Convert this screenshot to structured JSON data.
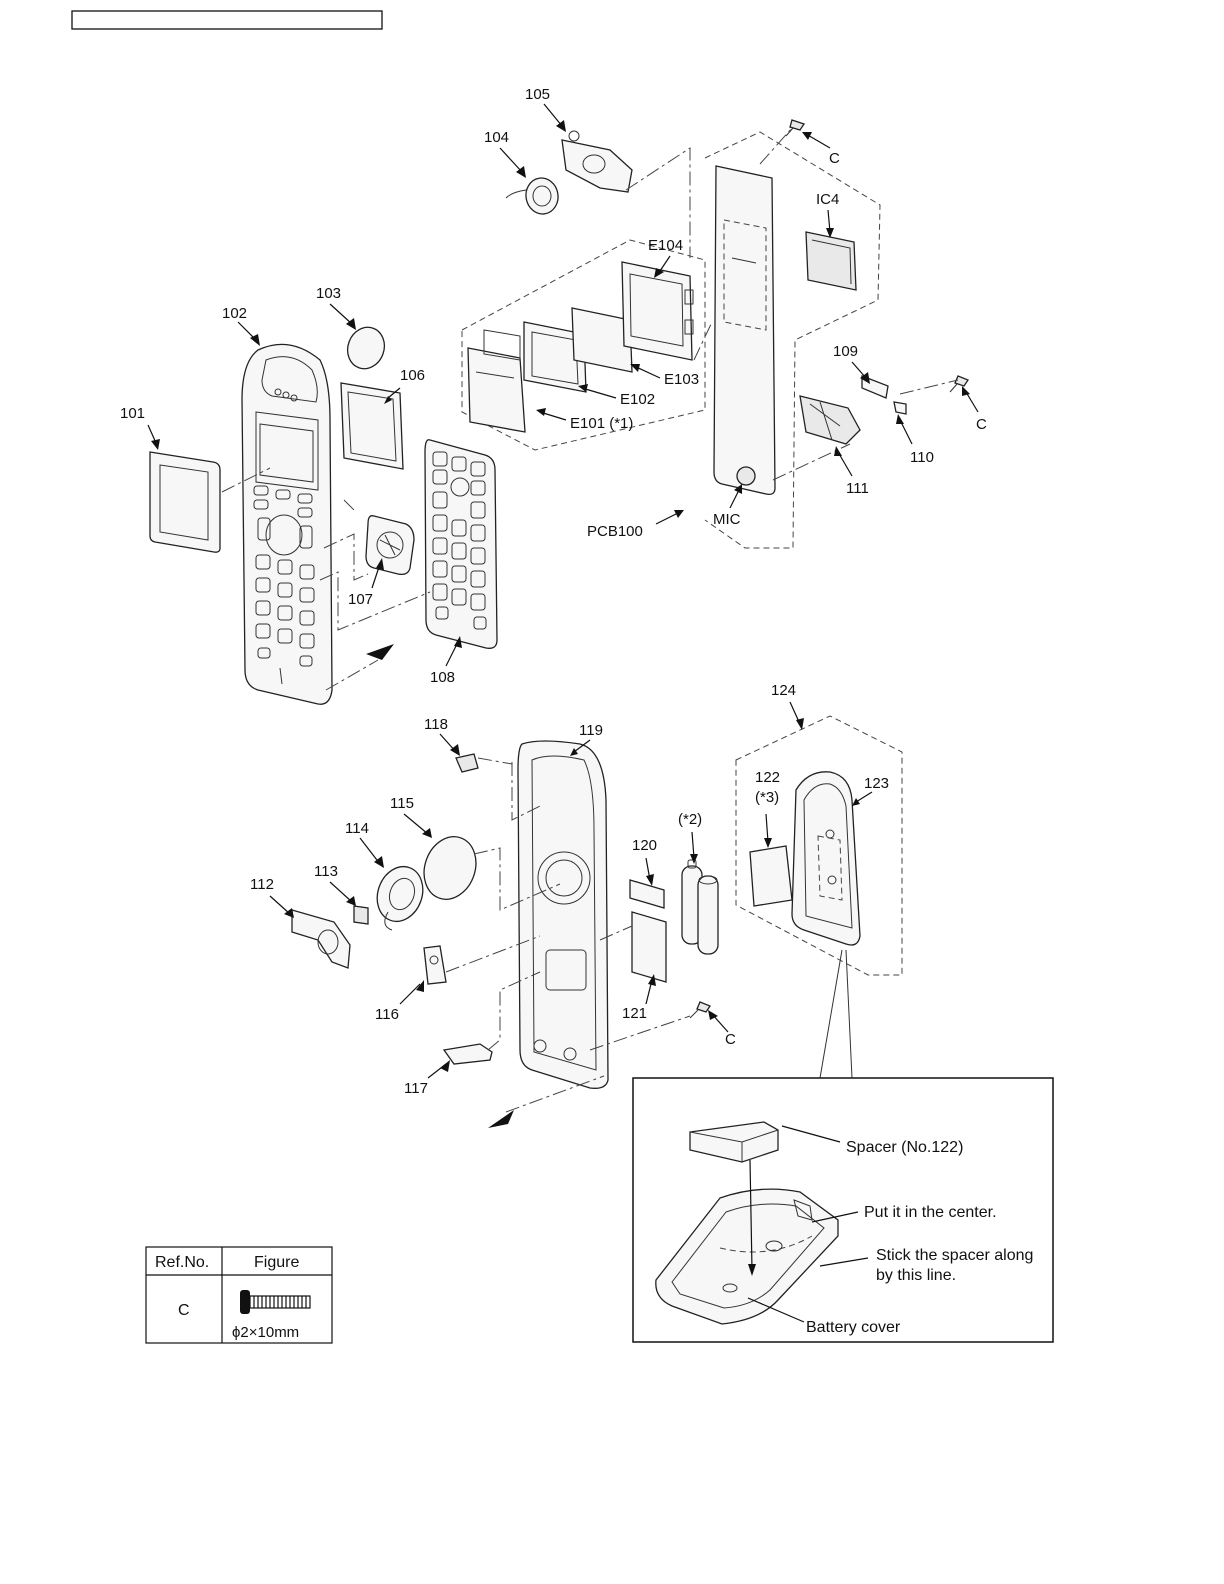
{
  "labels": {
    "p101": "101",
    "p102": "102",
    "p103": "103",
    "p104": "104",
    "p105": "105",
    "p106": "106",
    "p107": "107",
    "p108": "108",
    "p109": "109",
    "p110": "110",
    "p111": "111",
    "p112": "112",
    "p113": "113",
    "p114": "114",
    "p115": "115",
    "p116": "116",
    "p117": "117",
    "p118": "118",
    "p119": "119",
    "p120": "120",
    "p121": "121",
    "p123": "123",
    "p124": "124",
    "p122": "122",
    "p122_note": "(*3)",
    "battery_note": "(*2)",
    "ic4": "IC4",
    "e104": "E104",
    "e103": "E103",
    "e102": "E102",
    "e101": "E101 (*1)",
    "pcb100": "PCB100",
    "mic": "MIC",
    "screw_c": "C"
  },
  "inset": {
    "spacer": "Spacer (No.122)",
    "center": "Put it in the center.",
    "stick_line1": "Stick the spacer along",
    "stick_line2": "by this line.",
    "battery_cover": "Battery cover"
  },
  "ref_table": {
    "header_ref": "Ref.No.",
    "header_figure": "Figure",
    "ref": "C",
    "spec": "ϕ2×10mm"
  }
}
